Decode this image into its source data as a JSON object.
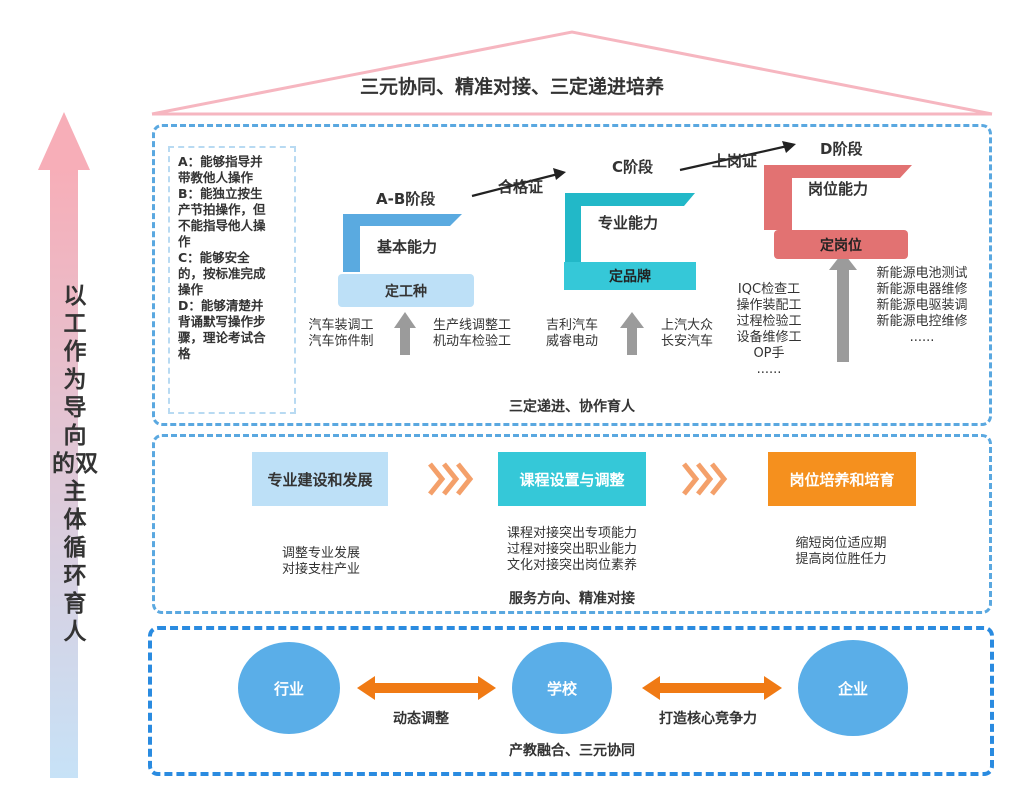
{
  "roof_title": "三元协同、精准对接、三定递进培养",
  "side_title": "以工作为导向的双主体循环育人",
  "side_title_chars": [
    "以",
    "工",
    "作",
    "为",
    "导",
    "向",
    "的双",
    "主",
    "体",
    "循",
    "环",
    "育",
    "人"
  ],
  "legend": [
    "A：能够指导并带教他人操作",
    "B：能独立按生产节拍操作，但不能指导他人操作",
    "C：能够安全的，按标准完成操作",
    "D：能够清楚并背诵默写操作步骤，理论考试合格"
  ],
  "legend_lines": [
    "A：能够指导并",
    "带教他人操作",
    "B：能独立按生",
    "产节拍操作，但",
    "不能指导他人操",
    "作",
    "C：能够安全",
    "的，按标准完成",
    "操作",
    "D：能够清楚并",
    "背诵默写操作步",
    "骤，理论考试合",
    "格"
  ],
  "stages": {
    "ab": {
      "stage": "A-B阶段",
      "ability": "基本能力",
      "tag": "定工种",
      "left": [
        "汽车装调工",
        "汽车饰件制"
      ],
      "right": [
        "生产线调整工",
        "机动车检验工"
      ]
    },
    "c": {
      "stage": "C阶段",
      "ability": "专业能力",
      "tag": "定品牌",
      "left": [
        "吉利汽车",
        "威睿电动"
      ],
      "right": [
        "上汽大众",
        "长安汽车"
      ]
    },
    "d": {
      "stage": "D阶段",
      "ability": "岗位能力",
      "tag": "定岗位",
      "left": [
        "IQC检查工",
        "操作装配工",
        "过程检验工",
        "设备维修工",
        "OP手",
        "......"
      ],
      "right": [
        "新能源电池测试",
        "新能源电器维修",
        "新能源电驱装调",
        "新能源电控维修",
        "......"
      ]
    }
  },
  "arrows": {
    "cert": "合格证",
    "onboard": "上岗证"
  },
  "section1_caption": "三定递进、协作育人",
  "section2": {
    "boxes": [
      "专业建设和发展",
      "课程设置与调整",
      "岗位培养和培育"
    ],
    "desc1": [
      "调整专业发展",
      "对接支柱产业"
    ],
    "desc2": [
      "课程对接突出专项能力",
      "过程对接突出职业能力",
      "文化对接突出岗位素养"
    ],
    "desc3": [
      "缩短岗位适应期",
      "提高岗位胜任力"
    ],
    "caption": "服务方向、精准对接"
  },
  "section3": {
    "circles": [
      "行业",
      "学校",
      "企业"
    ],
    "link1": "动态调整",
    "link2": "打造核心竞争力",
    "caption": "产教融合、三元协同"
  },
  "colors": {
    "blue_light": "#bde0f7",
    "cyan": "#35c8d8",
    "orange": "#f5901e",
    "red": "#e27272",
    "circle": "#5aaee8",
    "arrow_orange": "#f07a14",
    "pink": "#f6b6c0"
  }
}
